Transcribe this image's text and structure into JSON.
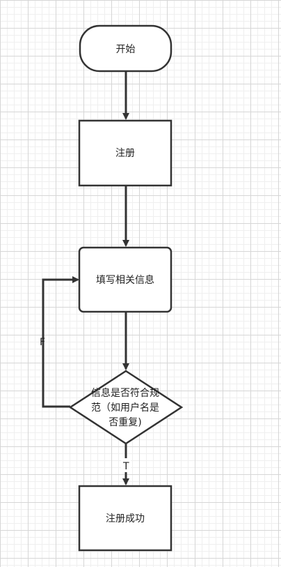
{
  "diagram": {
    "nodes": {
      "start": {
        "label": "开始",
        "shape": "terminator"
      },
      "register": {
        "label": "注册",
        "shape": "process"
      },
      "fill_info": {
        "label": "填写相关信息",
        "shape": "process"
      },
      "check": {
        "lines": [
          "信息是否符合规",
          "范（如用户名是",
          "否重复)"
        ],
        "shape": "decision"
      },
      "success": {
        "label": "注册成功",
        "shape": "process"
      }
    },
    "edges": {
      "false_label": "F",
      "true_label": "T"
    },
    "colors": {
      "stroke": "#333333",
      "text": "#222222",
      "fill": "#ffffff",
      "grid": "#d6d6d6"
    }
  }
}
